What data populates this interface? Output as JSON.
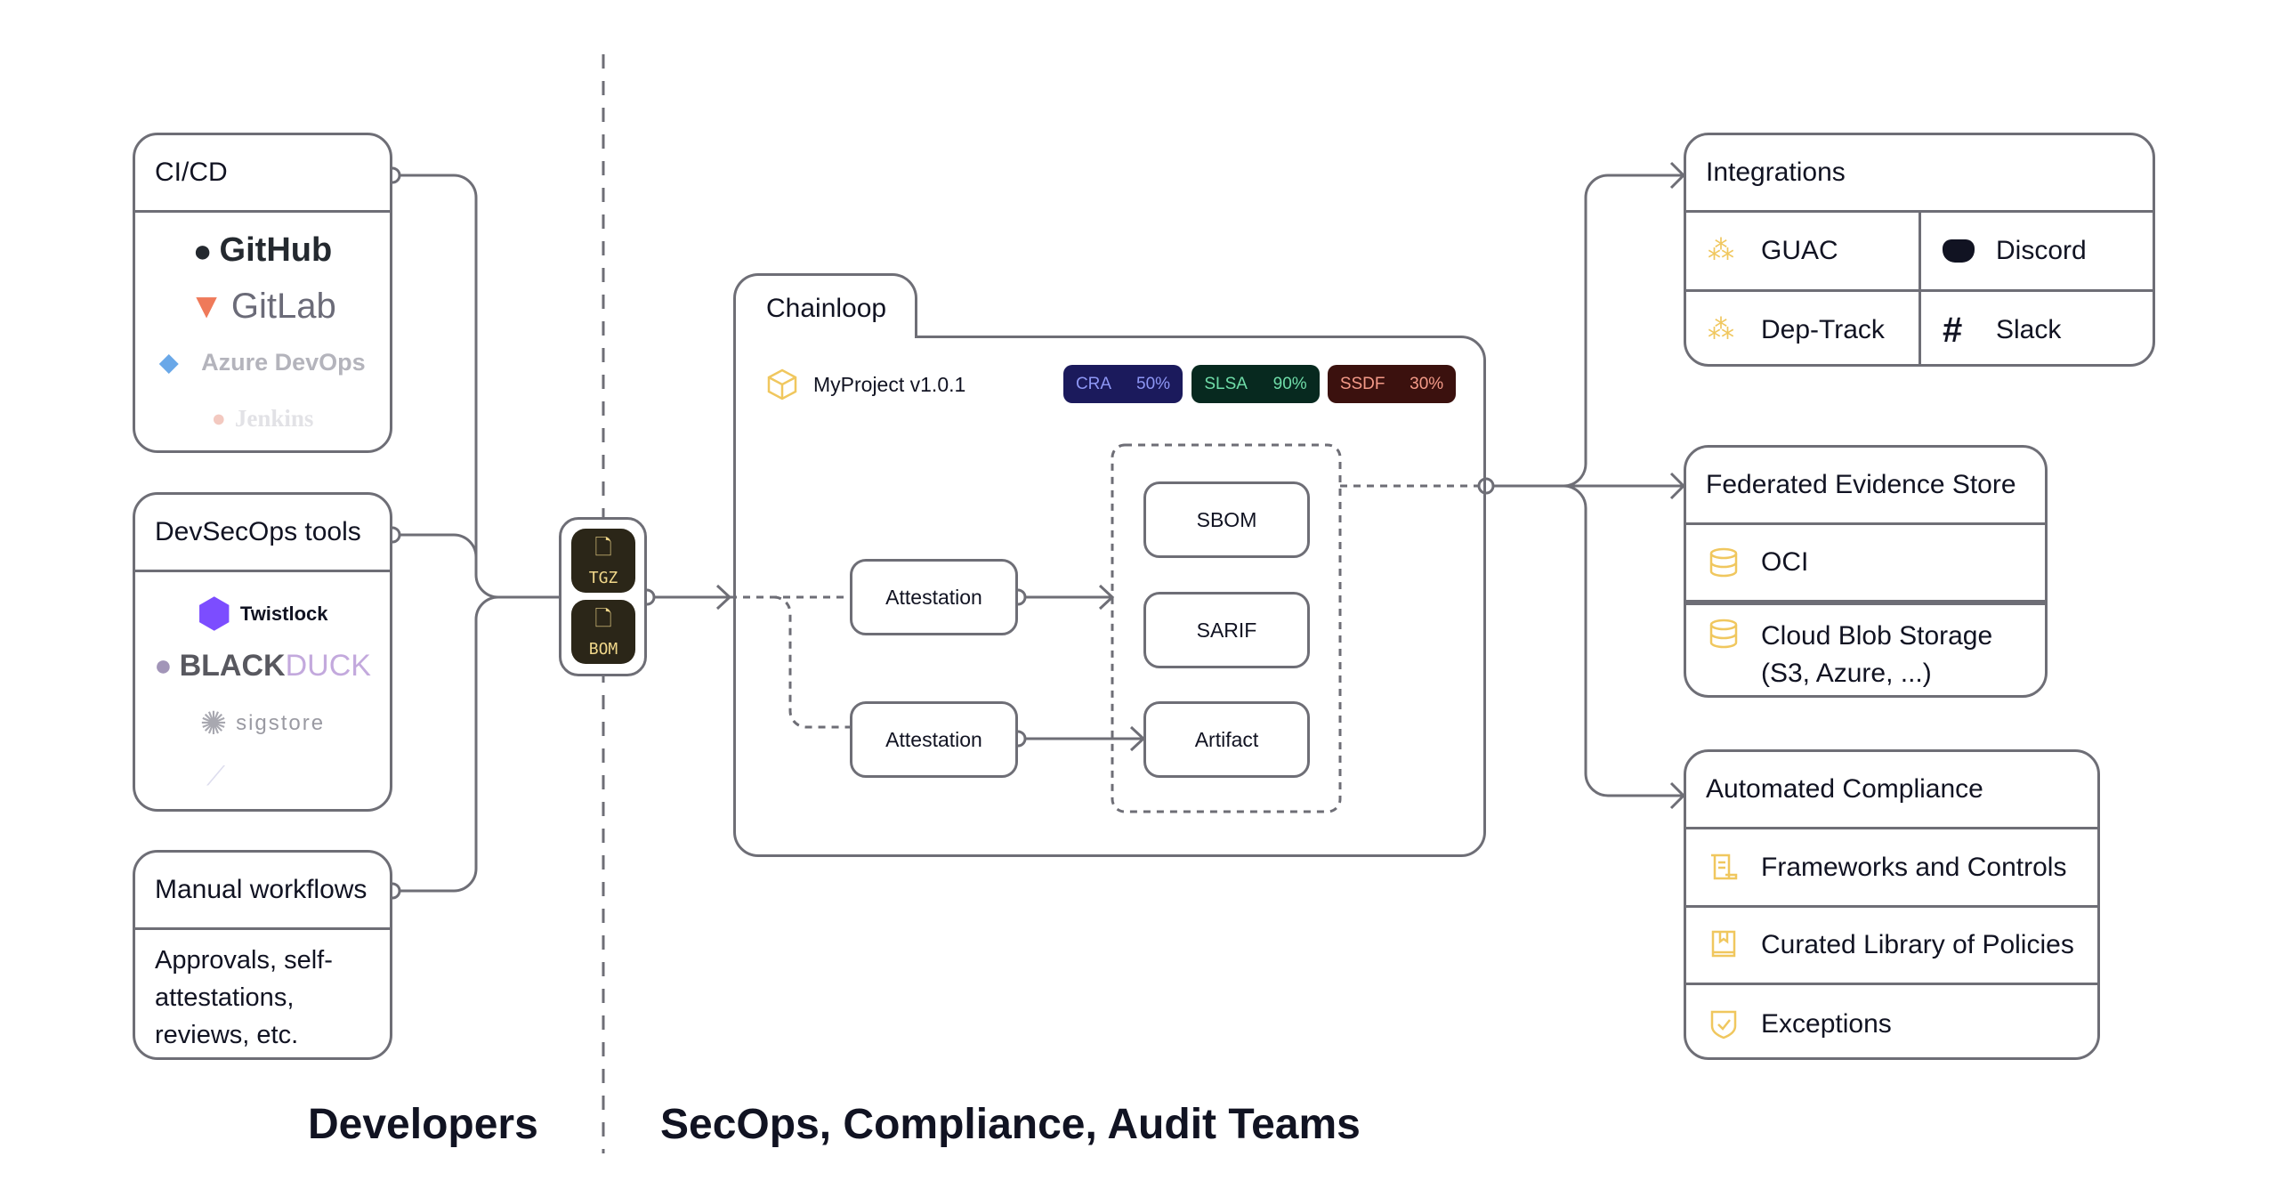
{
  "left": {
    "cicd": {
      "title": "CI/CD",
      "logos": [
        "GitHub",
        "GitLab",
        "Azure DevOps",
        "Jenkins"
      ]
    },
    "devsecops": {
      "title": "DevSecOps tools",
      "logos": [
        "Twistlock",
        "BLACK",
        "DUCK",
        "sigstore"
      ]
    },
    "manual": {
      "title": "Manual workflows",
      "body": "Approvals, self-attestations, reviews, etc."
    }
  },
  "artifacts": [
    "TGZ",
    "BOM"
  ],
  "chainloop": {
    "tab": "Chainloop",
    "project": "MyProject v1.0.1",
    "badges": [
      {
        "name": "CRA",
        "value": "50%",
        "bg": "#1b1a5c",
        "fg": "#8e97f5"
      },
      {
        "name": "SLSA",
        "value": "90%",
        "bg": "#07291f",
        "fg": "#6fdca8"
      },
      {
        "name": "SSDF",
        "value": "30%",
        "bg": "#3b110e",
        "fg": "#f39a88"
      }
    ],
    "attestations": [
      "Attestation",
      "Attestation"
    ],
    "evidence": [
      "SBOM",
      "SARIF",
      "Artifact"
    ]
  },
  "right": {
    "integrations": {
      "title": "Integrations",
      "items": [
        "GUAC",
        "Discord",
        "Dep-Track",
        "Slack"
      ]
    },
    "store": {
      "title": "Federated Evidence Store",
      "items": [
        "OCI",
        "Cloud Blob Storage",
        "(S3, Azure, ...)"
      ]
    },
    "compliance": {
      "title": "Automated Compliance",
      "items": [
        "Frameworks and Controls",
        "Curated Library of Policies",
        "Exceptions"
      ]
    }
  },
  "footer": {
    "left": "Developers",
    "right": "SecOps, Compliance, Audit Teams"
  },
  "colors": {
    "accent": "#f0c75e",
    "line": "#6e6e76"
  }
}
